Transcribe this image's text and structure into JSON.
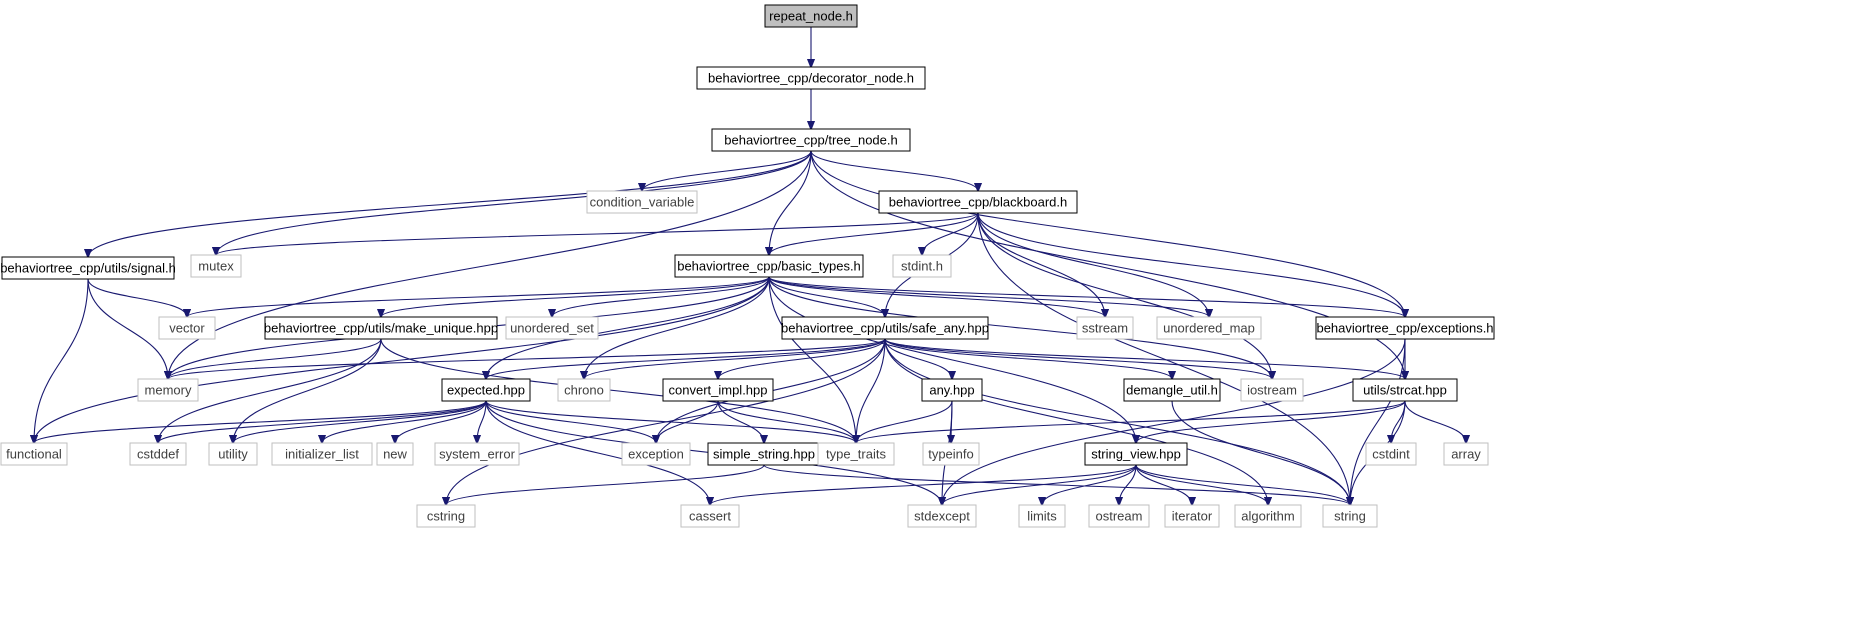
{
  "graph": {
    "title": "repeat_node.h",
    "colors": {
      "edge": "#191970",
      "root_fill": "#bfbfbf",
      "file_border": "#000000",
      "system_border": "#bfbfbf",
      "system_text": "#404040"
    },
    "nodes": [
      {
        "id": "repeat_node",
        "label": "repeat_node.h",
        "kind": "root"
      },
      {
        "id": "decorator_node",
        "label": "behaviortree_cpp/decorator_node.h",
        "kind": "file"
      },
      {
        "id": "tree_node",
        "label": "behaviortree_cpp/tree_node.h",
        "kind": "file"
      },
      {
        "id": "condition_variable",
        "label": "condition_variable",
        "kind": "system"
      },
      {
        "id": "blackboard",
        "label": "behaviortree_cpp/blackboard.h",
        "kind": "file"
      },
      {
        "id": "signal",
        "label": "behaviortree_cpp/utils/signal.h",
        "kind": "file"
      },
      {
        "id": "mutex",
        "label": "mutex",
        "kind": "system"
      },
      {
        "id": "basic_types",
        "label": "behaviortree_cpp/basic_types.h",
        "kind": "file"
      },
      {
        "id": "stdint_h",
        "label": "stdint.h",
        "kind": "system"
      },
      {
        "id": "vector",
        "label": "vector",
        "kind": "system"
      },
      {
        "id": "make_unique",
        "label": "behaviortree_cpp/utils/make_unique.hpp",
        "kind": "file"
      },
      {
        "id": "unordered_set",
        "label": "unordered_set",
        "kind": "system"
      },
      {
        "id": "safe_any",
        "label": "behaviortree_cpp/utils/safe_any.hpp",
        "kind": "file"
      },
      {
        "id": "sstream",
        "label": "sstream",
        "kind": "system"
      },
      {
        "id": "unordered_map",
        "label": "unordered_map",
        "kind": "system"
      },
      {
        "id": "exceptions",
        "label": "behaviortree_cpp/exceptions.h",
        "kind": "file"
      },
      {
        "id": "memory",
        "label": "memory",
        "kind": "system"
      },
      {
        "id": "chrono",
        "label": "chrono",
        "kind": "system"
      },
      {
        "id": "convert_impl",
        "label": "convert_impl.hpp",
        "kind": "file"
      },
      {
        "id": "any_hpp",
        "label": "any.hpp",
        "kind": "file"
      },
      {
        "id": "demangle_util",
        "label": "demangle_util.h",
        "kind": "file"
      },
      {
        "id": "iostream",
        "label": "iostream",
        "kind": "system"
      },
      {
        "id": "strcat",
        "label": "utils/strcat.hpp",
        "kind": "file"
      },
      {
        "id": "expected",
        "label": "expected.hpp",
        "kind": "file"
      },
      {
        "id": "functional",
        "label": "functional",
        "kind": "system"
      },
      {
        "id": "cstddef",
        "label": "cstddef",
        "kind": "system"
      },
      {
        "id": "utility",
        "label": "utility",
        "kind": "system"
      },
      {
        "id": "initializer_list",
        "label": "initializer_list",
        "kind": "system"
      },
      {
        "id": "new",
        "label": "new",
        "kind": "system"
      },
      {
        "id": "system_error",
        "label": "system_error",
        "kind": "system"
      },
      {
        "id": "exception",
        "label": "exception",
        "kind": "system"
      },
      {
        "id": "simple_string",
        "label": "simple_string.hpp",
        "kind": "file"
      },
      {
        "id": "type_traits",
        "label": "type_traits",
        "kind": "system"
      },
      {
        "id": "typeinfo",
        "label": "typeinfo",
        "kind": "system"
      },
      {
        "id": "string_view",
        "label": "string_view.hpp",
        "kind": "file"
      },
      {
        "id": "cstdint",
        "label": "cstdint",
        "kind": "system"
      },
      {
        "id": "array",
        "label": "array",
        "kind": "system"
      },
      {
        "id": "cstring",
        "label": "cstring",
        "kind": "system"
      },
      {
        "id": "cassert",
        "label": "cassert",
        "kind": "system"
      },
      {
        "id": "stdexcept",
        "label": "stdexcept",
        "kind": "system"
      },
      {
        "id": "limits",
        "label": "limits",
        "kind": "system"
      },
      {
        "id": "ostream",
        "label": "ostream",
        "kind": "system"
      },
      {
        "id": "iterator",
        "label": "iterator",
        "kind": "system"
      },
      {
        "id": "algorithm",
        "label": "algorithm",
        "kind": "system"
      },
      {
        "id": "string",
        "label": "string",
        "kind": "system"
      }
    ],
    "edges": [
      [
        "repeat_node",
        "decorator_node"
      ],
      [
        "decorator_node",
        "tree_node"
      ],
      [
        "tree_node",
        "condition_variable"
      ],
      [
        "tree_node",
        "blackboard"
      ],
      [
        "tree_node",
        "signal"
      ],
      [
        "tree_node",
        "mutex"
      ],
      [
        "tree_node",
        "basic_types"
      ],
      [
        "tree_node",
        "memory"
      ],
      [
        "tree_node",
        "exceptions"
      ],
      [
        "tree_node",
        "strcat"
      ],
      [
        "blackboard",
        "basic_types"
      ],
      [
        "blackboard",
        "stdint_h"
      ],
      [
        "blackboard",
        "mutex"
      ],
      [
        "blackboard",
        "safe_any"
      ],
      [
        "blackboard",
        "sstream"
      ],
      [
        "blackboard",
        "unordered_map"
      ],
      [
        "blackboard",
        "exceptions"
      ],
      [
        "blackboard",
        "iostream"
      ],
      [
        "blackboard",
        "string"
      ],
      [
        "signal",
        "vector"
      ],
      [
        "signal",
        "memory"
      ],
      [
        "signal",
        "functional"
      ],
      [
        "basic_types",
        "vector"
      ],
      [
        "basic_types",
        "functional"
      ],
      [
        "basic_types",
        "make_unique"
      ],
      [
        "basic_types",
        "unordered_set"
      ],
      [
        "basic_types",
        "safe_any"
      ],
      [
        "basic_types",
        "sstream"
      ],
      [
        "basic_types",
        "unordered_map"
      ],
      [
        "basic_types",
        "exceptions"
      ],
      [
        "basic_types",
        "memory"
      ],
      [
        "basic_types",
        "chrono"
      ],
      [
        "basic_types",
        "expected"
      ],
      [
        "basic_types",
        "type_traits"
      ],
      [
        "basic_types",
        "string_view"
      ],
      [
        "basic_types",
        "iostream"
      ],
      [
        "make_unique",
        "memory"
      ],
      [
        "make_unique",
        "cstddef"
      ],
      [
        "make_unique",
        "utility"
      ],
      [
        "make_unique",
        "type_traits"
      ],
      [
        "safe_any",
        "memory"
      ],
      [
        "safe_any",
        "chrono"
      ],
      [
        "safe_any",
        "convert_impl"
      ],
      [
        "safe_any",
        "any_hpp"
      ],
      [
        "safe_any",
        "demangle_util"
      ],
      [
        "safe_any",
        "iostream"
      ],
      [
        "safe_any",
        "strcat"
      ],
      [
        "safe_any",
        "expected"
      ],
      [
        "safe_any",
        "exception"
      ],
      [
        "safe_any",
        "type_traits"
      ],
      [
        "safe_any",
        "algorithm"
      ],
      [
        "safe_any",
        "string"
      ],
      [
        "safe_any",
        "cstring"
      ],
      [
        "exceptions",
        "strcat"
      ],
      [
        "exceptions",
        "stdexcept"
      ],
      [
        "exceptions",
        "string"
      ],
      [
        "expected",
        "functional"
      ],
      [
        "expected",
        "cstddef"
      ],
      [
        "expected",
        "utility"
      ],
      [
        "expected",
        "initializer_list"
      ],
      [
        "expected",
        "new"
      ],
      [
        "expected",
        "system_error"
      ],
      [
        "expected",
        "exception"
      ],
      [
        "expected",
        "type_traits"
      ],
      [
        "expected",
        "cassert"
      ],
      [
        "expected",
        "stdexcept"
      ],
      [
        "convert_impl",
        "exception"
      ],
      [
        "convert_impl",
        "simple_string"
      ],
      [
        "convert_impl",
        "type_traits"
      ],
      [
        "any_hpp",
        "type_traits"
      ],
      [
        "any_hpp",
        "typeinfo"
      ],
      [
        "any_hpp",
        "stdexcept"
      ],
      [
        "demangle_util",
        "string"
      ],
      [
        "strcat",
        "array"
      ],
      [
        "strcat",
        "cstdint"
      ],
      [
        "strcat",
        "string"
      ],
      [
        "strcat",
        "string_view"
      ],
      [
        "strcat",
        "type_traits"
      ],
      [
        "simple_string",
        "cstring"
      ],
      [
        "simple_string",
        "string"
      ],
      [
        "string_view",
        "cassert"
      ],
      [
        "string_view",
        "stdexcept"
      ],
      [
        "string_view",
        "limits"
      ],
      [
        "string_view",
        "ostream"
      ],
      [
        "string_view",
        "iterator"
      ],
      [
        "string_view",
        "algorithm"
      ],
      [
        "string_view",
        "string"
      ]
    ]
  }
}
